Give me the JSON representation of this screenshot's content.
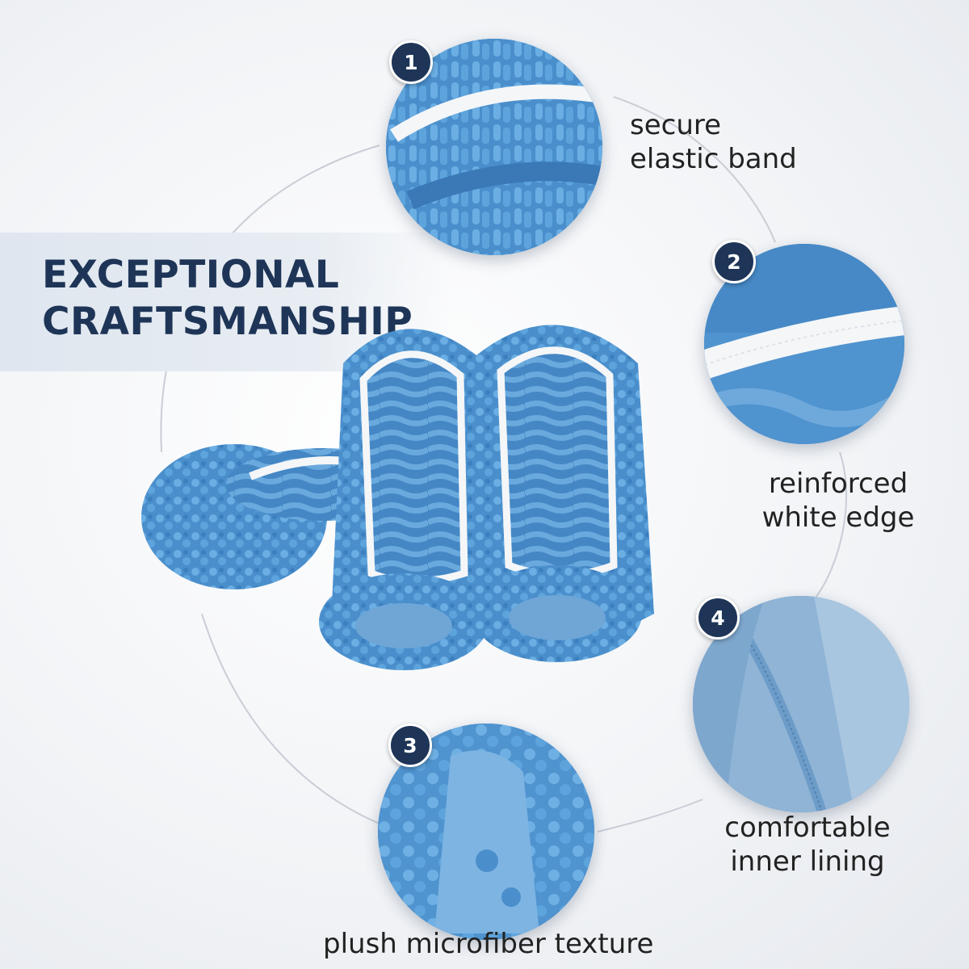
{
  "title": {
    "line1": "EXCEPTIONAL",
    "line2": "CRAFTSMANSHIP"
  },
  "features": [
    {
      "number": "1",
      "caption_line1": "secure",
      "caption_line2": "elastic band"
    },
    {
      "number": "2",
      "caption_line1": "reinforced",
      "caption_line2": "white edge"
    },
    {
      "number": "3",
      "caption_line1": "plush microfiber texture",
      "caption_line2": ""
    },
    {
      "number": "4",
      "caption_line1": "comfortable",
      "caption_line2": "inner lining"
    }
  ],
  "colors": {
    "navy": "#1e3557",
    "microfiber_blue": "#4f93cf",
    "band_white": "#f4f6f8",
    "text": "#222222"
  },
  "icons": [
    "number-badge",
    "detail-zoom-circle"
  ]
}
